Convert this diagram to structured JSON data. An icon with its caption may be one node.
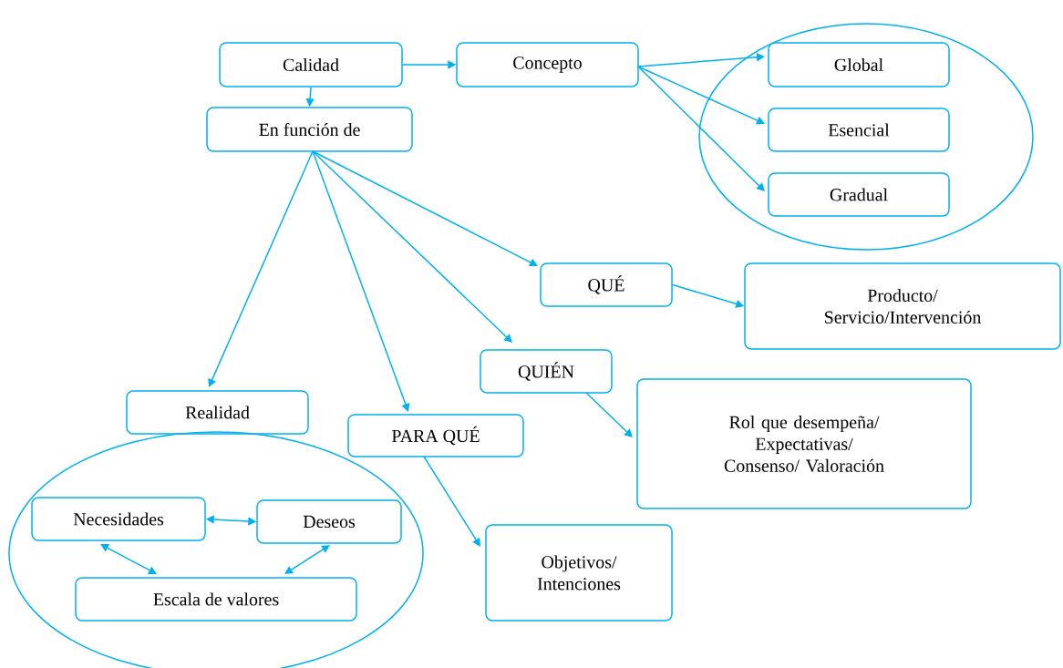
{
  "diagram": {
    "nodes": [
      {
        "text": [
          "Calidad"
        ]
      },
      {
        "text": [
          "Concepto"
        ]
      },
      {
        "text": [],
        "shape": "ellipse"
      },
      {
        "text": [
          "Global"
        ],
        "in": 2
      },
      {
        "text": [
          "Esencial"
        ],
        "in": 2
      },
      {
        "text": [
          "Gradual"
        ],
        "in": 2
      },
      {
        "text": [
          "En función de"
        ]
      },
      {
        "text": [
          "QUÉ"
        ]
      },
      {
        "text": [
          "Producto/ Servicio/Intervención"
        ]
      },
      {
        "text": [
          "QUIÉN"
        ]
      },
      {
        "text": [
          "Rol que desempeña/ Expectativas/ Consenso/ Valoración"
        ]
      },
      {
        "text": [
          "Realidad"
        ]
      },
      {
        "text": [
          "PARA QUÉ"
        ]
      },
      {
        "text": [
          "Objetivos/ Intenciones"
        ]
      },
      {
        "text": [],
        "shape": "ellipse"
      },
      {
        "text": [
          "Necesidades"
        ],
        "in": 14
      },
      {
        "text": [
          "Deseos"
        ],
        "in": 14
      },
      {
        "text": [
          "Escala de valores"
        ],
        "in": 14
      }
    ],
    "edges": [
      {
        "from": 0,
        "to": 1,
        "arrow": "to"
      },
      {
        "from": 0,
        "to": 6,
        "arrow": "to"
      },
      {
        "from": 1,
        "to": 3,
        "arrow": "to"
      },
      {
        "from": 1,
        "to": 4,
        "arrow": "to"
      },
      {
        "from": 1,
        "to": 5,
        "arrow": "to"
      },
      {
        "from": 6,
        "to": 7,
        "arrow": "to"
      },
      {
        "from": 6,
        "to": 9,
        "arrow": "to"
      },
      {
        "from": 6,
        "to": 12,
        "arrow": "to"
      },
      {
        "from": 6,
        "to": 11,
        "arrow": "to"
      },
      {
        "from": 7,
        "to": 8,
        "arrow": "to"
      },
      {
        "from": 9,
        "to": 10,
        "arrow": "to"
      },
      {
        "from": 12,
        "to": 13,
        "arrow": "to"
      },
      {
        "from": 15,
        "to": 16,
        "arrow": "both"
      },
      {
        "from": 15,
        "to": 17,
        "arrow": "both"
      },
      {
        "from": 16,
        "to": 17,
        "arrow": "both"
      }
    ]
  }
}
